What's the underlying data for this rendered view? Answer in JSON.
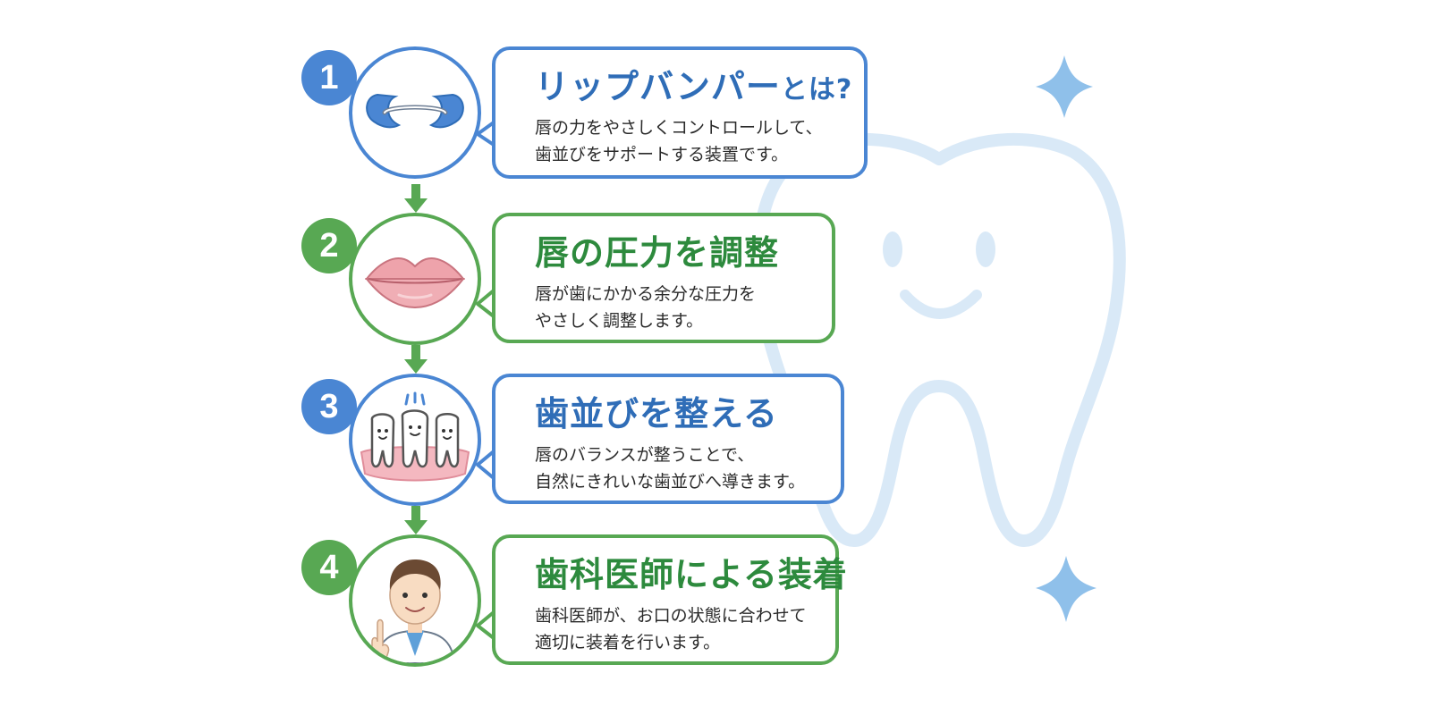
{
  "colors": {
    "blue": "#4a86d3",
    "green": "#58a853",
    "tooth_outline": "#d9e9f7",
    "sparkle": "#8fc0ea"
  },
  "steps": [
    {
      "number": "1",
      "theme": "blue",
      "icon": "lip-bumper-icon",
      "title": "リップバンパー",
      "title_suffix": "とは?",
      "desc": [
        "唇の力をやさしくコントロールして、",
        "歯並びをサポートする装置です。"
      ]
    },
    {
      "number": "2",
      "theme": "green",
      "icon": "lips-icon",
      "title": "唇の圧力を調整",
      "title_suffix": "",
      "desc": [
        "唇が歯にかかる余分な圧力を",
        "やさしく調整します。"
      ]
    },
    {
      "number": "3",
      "theme": "blue",
      "icon": "smiling-teeth-icon",
      "title": "歯並びを整える",
      "title_suffix": "",
      "desc": [
        "唇のバランスが整うことで、",
        "自然にきれいな歯並びへ導きます。"
      ]
    },
    {
      "number": "4",
      "theme": "green",
      "icon": "dentist-icon",
      "title": "歯科医師による装着",
      "title_suffix": "",
      "desc": [
        "歯科医師が、お口の状態に合わせて",
        "適切に装着を行います。"
      ]
    }
  ],
  "decorations": [
    "tooth-mascot-icon",
    "sparkle-icon",
    "sparkle-icon"
  ]
}
